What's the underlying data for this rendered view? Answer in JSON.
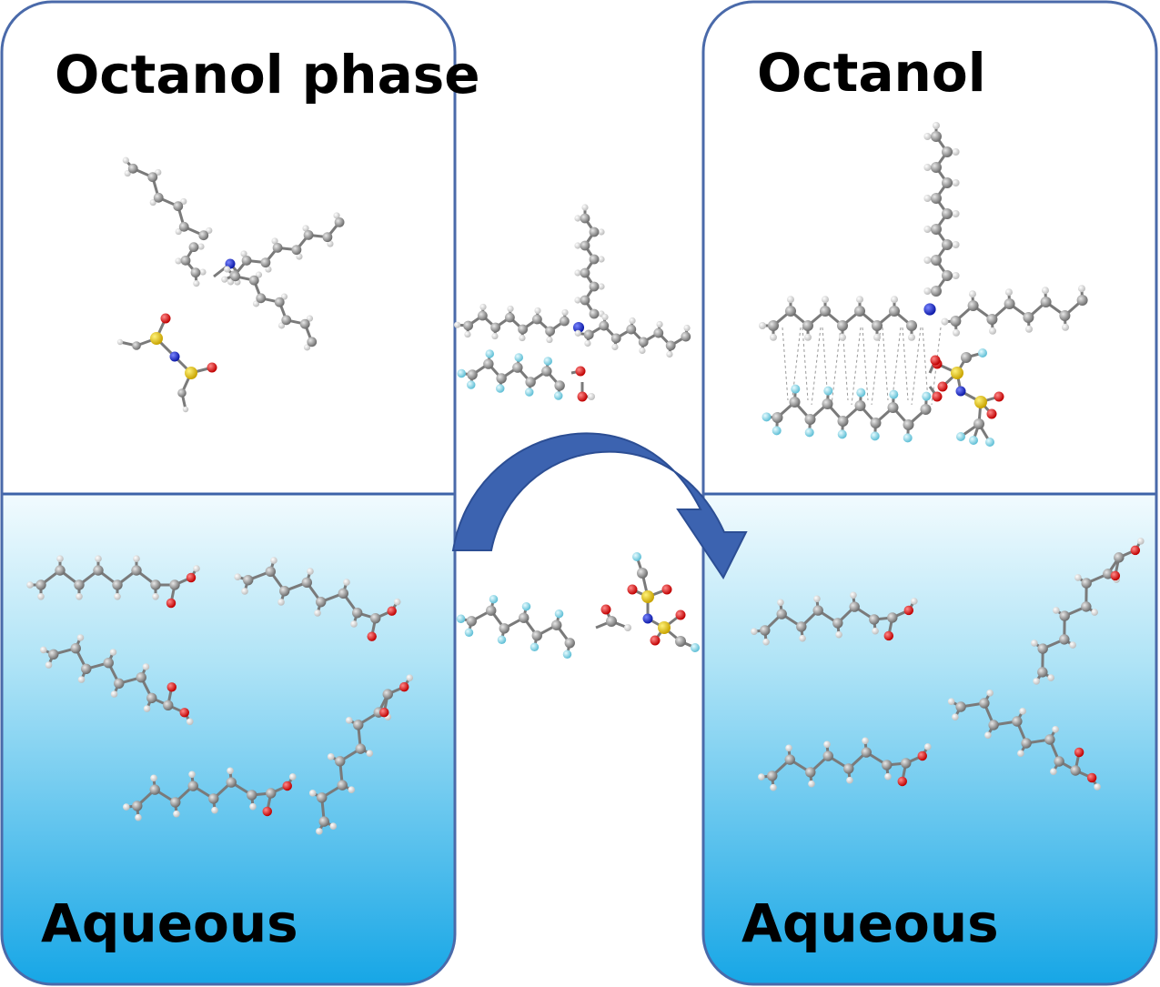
{
  "left_panel": {
    "top_label": "Octanol phase",
    "bottom_label": "Aqueous"
  },
  "right_panel": {
    "top_label": "Octanol",
    "bottom_label": "Aqueous"
  },
  "colors": {
    "panel_border": "#4a6aaa",
    "interface_line": "#3d63a8",
    "aqueous_top": "#f2fbfe",
    "aqueous_bottom": "#16a6e6",
    "arrow_fill": "#3c63b0",
    "arrow_edge": "#2c4e94",
    "carbon": "#8c8c8c",
    "hydrogen": "#e6e6e6",
    "oxygen": "#e01a1a",
    "nitrogen": "#1a2ad8",
    "sulfur": "#e0c21a",
    "fluorine": "#8fd6e6"
  }
}
